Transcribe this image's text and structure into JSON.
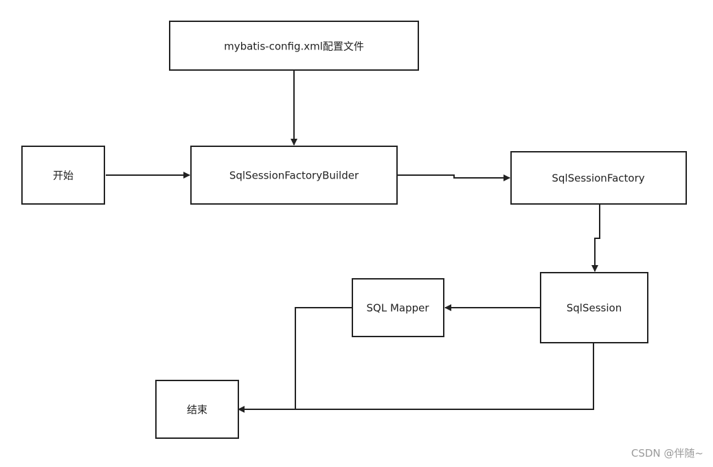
{
  "nodes": {
    "config": {
      "label": "mybatis-config.xml配置文件"
    },
    "start": {
      "label": "开始"
    },
    "builder": {
      "label": "SqlSessionFactoryBuilder"
    },
    "factory": {
      "label": "SqlSessionFactory"
    },
    "session": {
      "label": "SqlSession"
    },
    "mapper": {
      "label": "SQL Mapper"
    },
    "end": {
      "label": "结束"
    }
  },
  "edges": [
    {
      "from": "config",
      "to": "builder"
    },
    {
      "from": "start",
      "to": "builder"
    },
    {
      "from": "builder",
      "to": "factory"
    },
    {
      "from": "factory",
      "to": "session"
    },
    {
      "from": "session",
      "to": "mapper"
    },
    {
      "from": "session",
      "to": "end"
    },
    {
      "from": "mapper",
      "to": "end"
    }
  ],
  "watermark": "CSDN @伴随~"
}
